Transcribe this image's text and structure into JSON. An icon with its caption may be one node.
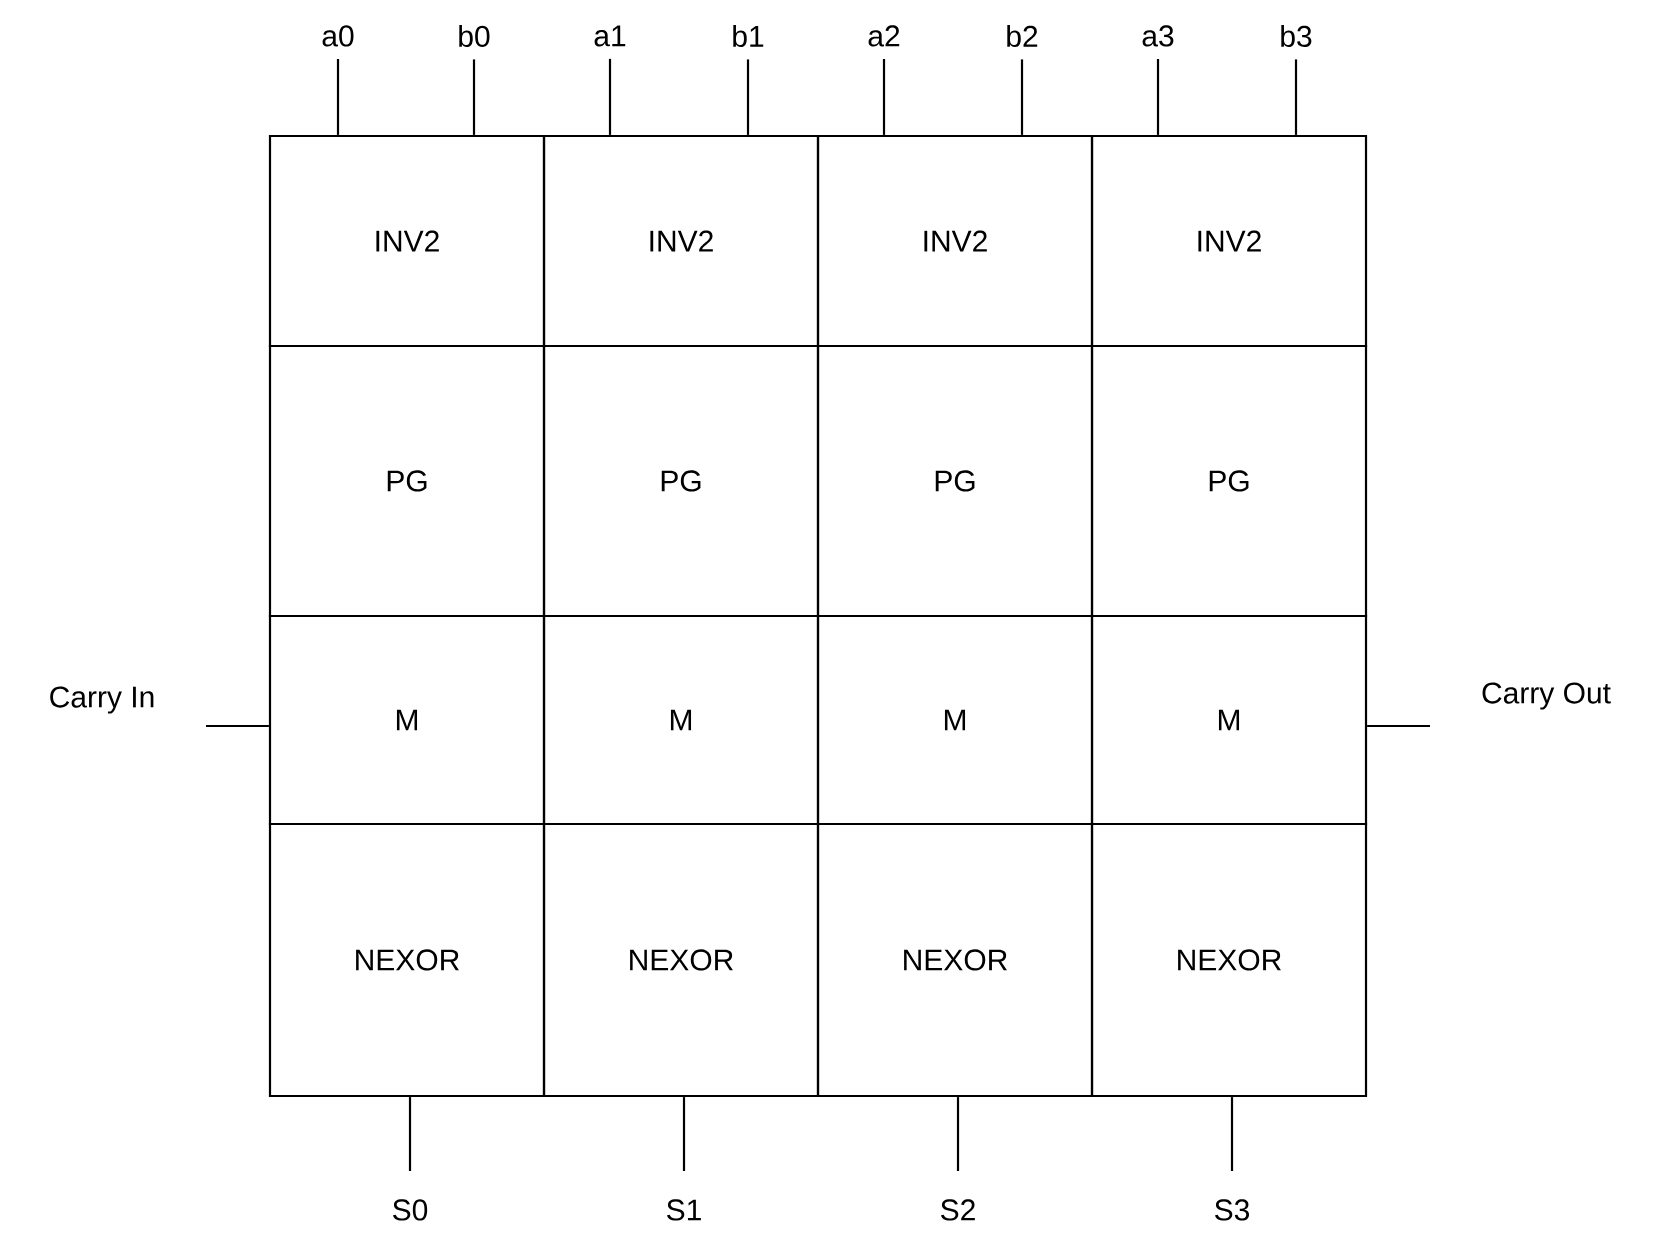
{
  "diagram": {
    "nodes": [
      {
        "text": [
          "a0"
        ]
      },
      {
        "text": [
          "b0"
        ]
      },
      {
        "text": [
          "a1"
        ]
      },
      {
        "text": [
          "b1"
        ]
      },
      {
        "text": [
          "a2"
        ]
      },
      {
        "text": [
          "b2"
        ]
      },
      {
        "text": [
          "a3"
        ]
      },
      {
        "text": [
          "b3"
        ]
      },
      {
        "text": [
          "INV2"
        ]
      },
      {
        "text": [
          "INV2"
        ]
      },
      {
        "text": [
          "INV2"
        ]
      },
      {
        "text": [
          "INV2"
        ]
      },
      {
        "text": [
          "PG"
        ]
      },
      {
        "text": [
          "PG"
        ]
      },
      {
        "text": [
          "PG"
        ]
      },
      {
        "text": [
          "PG"
        ]
      },
      {
        "text": [
          "M"
        ]
      },
      {
        "text": [
          "M"
        ]
      },
      {
        "text": [
          "M"
        ]
      },
      {
        "text": [
          "M"
        ]
      },
      {
        "text": [
          "NEXOR"
        ]
      },
      {
        "text": [
          "NEXOR"
        ]
      },
      {
        "text": [
          "NEXOR"
        ]
      },
      {
        "text": [
          "NEXOR"
        ]
      },
      {
        "text": [
          "Carry In"
        ]
      },
      {
        "text": [
          "Carry Out"
        ]
      },
      {
        "text": [
          "S0"
        ]
      },
      {
        "text": [
          "S1"
        ]
      },
      {
        "text": [
          "S2"
        ]
      },
      {
        "text": [
          "S3"
        ]
      }
    ],
    "edges": [
      {
        "from": 0,
        "to": 8,
        "arrow": "none"
      },
      {
        "from": 1,
        "to": 8,
        "arrow": "none"
      },
      {
        "from": 2,
        "to": 9,
        "arrow": "none"
      },
      {
        "from": 3,
        "to": 9,
        "arrow": "none"
      },
      {
        "from": 4,
        "to": 10,
        "arrow": "none"
      },
      {
        "from": 5,
        "to": 10,
        "arrow": "none"
      },
      {
        "from": 6,
        "to": 11,
        "arrow": "none"
      },
      {
        "from": 7,
        "to": 11,
        "arrow": "none"
      },
      {
        "from": 24,
        "to": 16,
        "arrow": "none"
      },
      {
        "from": 19,
        "to": 25,
        "arrow": "none"
      },
      {
        "from": 20,
        "to": 26,
        "arrow": "none"
      },
      {
        "from": 21,
        "to": 27,
        "arrow": "none"
      },
      {
        "from": 22,
        "to": 28,
        "arrow": "none"
      },
      {
        "from": 23,
        "to": 29,
        "arrow": "none"
      }
    ]
  }
}
